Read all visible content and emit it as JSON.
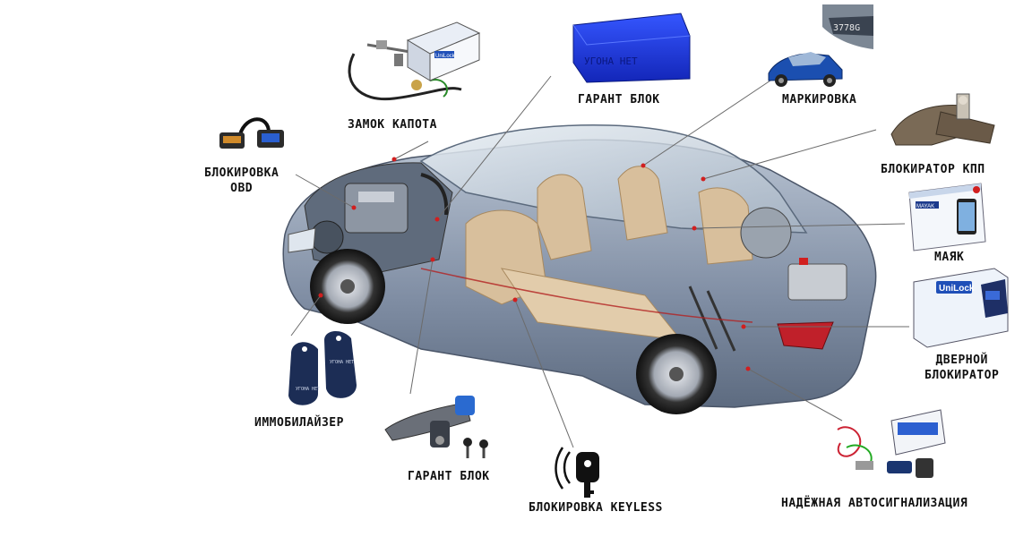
{
  "labels": {
    "hood_lock": "ЗАМОК КАПОТА",
    "garant_block_top": "ГАРАНТ БЛОК",
    "marking": "МАРКИРОВКА",
    "obd_line1": "БЛОКИРОВКА",
    "obd_line2": "OBD",
    "gear_lock": "БЛОКИРАТОР КПП",
    "beacon": "МАЯК",
    "door_line1": "ДВЕРНОЙ",
    "door_line2": "БЛОКИРАТОР",
    "immobilizer": "ИММОБИЛАЙЗЕР",
    "garant_block_bottom": "ГАРАНТ БЛОК",
    "keyless": "БЛОКИРОВКА KEYLESS",
    "alarm": "НАДЁЖНАЯ АВТОСИГНАЛИЗАЦИЯ"
  },
  "product_text": {
    "blue_block": "УГОНА НЕТ",
    "plate": "3778G",
    "unilock_box": "UniLock",
    "unilock_box2": "UniLock",
    "mayak_box": "MAYAK",
    "key_tag_left": "УГОНА НЕТ",
    "key_tag_right": "УГОНА НЕТ"
  },
  "colors": {
    "car_body": "#8b99ad",
    "interior": "#d9c1a0",
    "pointer_line": "#666666",
    "accent_blue": "#1f3fd6",
    "marker_red": "#d11f1f"
  }
}
